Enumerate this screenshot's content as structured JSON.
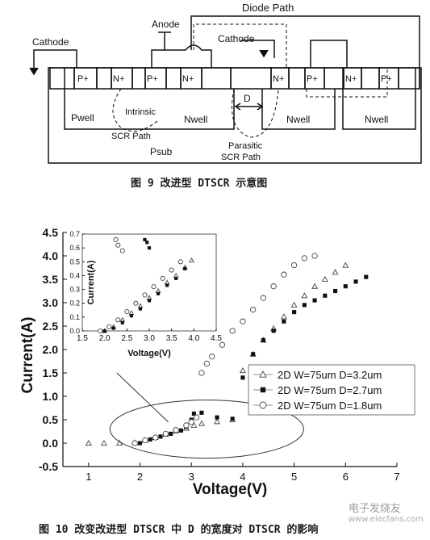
{
  "figure9": {
    "labels": {
      "diode_path": "Diode Path",
      "anode": "Anode",
      "cathode_left": "Cathode",
      "cathode_right": "Cathode",
      "p_plus": "P+",
      "n_plus": "N+",
      "pwell": "Pwell",
      "nwell": "Nwell",
      "psub": "Psub",
      "d_label": "D",
      "intrinsic_1": "Intrinsic",
      "intrinsic_2": "SCR Path",
      "parasitic_1": "Parasitic",
      "parasitic_2": "SCR Path"
    },
    "caption": "图 9 改进型 DTSCR 示意图"
  },
  "figure10": {
    "caption": "图 10 改变改进型 DTSCR 中 D 的宽度对 DTSCR 的影响",
    "watermark": "电子发烧友",
    "watermark_url": "www.elecfans.com"
  },
  "chart_data": {
    "type": "scatter",
    "xlabel": "Voltage(V)",
    "ylabel": "Current(A)",
    "xlim": [
      0.5,
      7
    ],
    "ylim": [
      -0.5,
      4.5
    ],
    "xticks": [
      "1",
      "2",
      "3",
      "4",
      "5",
      "6",
      "7"
    ],
    "yticks": [
      "-0.5",
      "0.0",
      "0.5",
      "1.0",
      "1.5",
      "2.0",
      "2.5",
      "3.0",
      "3.5",
      "4.0",
      "4.5"
    ],
    "legend_position": "right",
    "series": [
      {
        "name": "2D W=75um D=3.2um",
        "marker": "triangle-open",
        "x": [
          1.0,
          1.3,
          1.6,
          1.9,
          2.1,
          2.3,
          2.5,
          2.7,
          2.9,
          3.05,
          3.2,
          3.5,
          3.8,
          4.0,
          4.2,
          4.4,
          4.6,
          4.8,
          5.0,
          5.2,
          5.4,
          5.6,
          5.8,
          6.0
        ],
        "y": [
          0.0,
          0.0,
          0.0,
          0.01,
          0.06,
          0.12,
          0.19,
          0.26,
          0.32,
          0.38,
          0.42,
          0.46,
          0.5,
          1.55,
          1.9,
          2.2,
          2.45,
          2.7,
          2.95,
          3.15,
          3.35,
          3.5,
          3.65,
          3.8
        ]
      },
      {
        "name": "2D W=75um D=2.7um",
        "marker": "square-filled",
        "x": [
          2.0,
          2.2,
          2.4,
          2.6,
          2.8,
          2.9,
          3.0,
          3.05,
          3.2,
          3.5,
          3.8,
          4.0,
          4.2,
          4.4,
          4.6,
          4.8,
          5.0,
          5.2,
          5.4,
          5.6,
          5.8,
          6.0,
          6.2,
          6.4
        ],
        "y": [
          0.0,
          0.08,
          0.14,
          0.2,
          0.27,
          0.35,
          0.5,
          0.63,
          0.65,
          0.55,
          0.52,
          1.4,
          1.9,
          2.2,
          2.4,
          2.6,
          2.8,
          2.95,
          3.05,
          3.15,
          3.25,
          3.35,
          3.45,
          3.55
        ]
      },
      {
        "name": "2D W=75um D=1.8um",
        "marker": "circle-open",
        "x": [
          1.9,
          2.1,
          2.3,
          2.5,
          2.7,
          2.9,
          3.0,
          3.1,
          3.2,
          3.3,
          3.4,
          3.6,
          3.8,
          4.0,
          4.2,
          4.4,
          4.6,
          4.8,
          5.0,
          5.2,
          5.4
        ],
        "y": [
          0.0,
          0.06,
          0.12,
          0.2,
          0.28,
          0.38,
          0.45,
          0.55,
          1.5,
          1.7,
          1.85,
          2.1,
          2.4,
          2.6,
          2.85,
          3.1,
          3.35,
          3.6,
          3.8,
          3.95,
          4.0
        ]
      }
    ],
    "inset": {
      "xlabel": "Voltage(V)",
      "ylabel": "Current(A)",
      "xlim": [
        1.5,
        4.5
      ],
      "ylim": [
        0,
        0.7
      ],
      "xticks": [
        "1.5",
        "2.0",
        "2.5",
        "3.0",
        "3.5",
        "4.0",
        "4.5"
      ],
      "yticks": [
        "0.0",
        "0.1",
        "0.2",
        "0.3",
        "0.4",
        "0.5",
        "0.6",
        "0.7"
      ],
      "series": [
        {
          "marker": "triangle-open",
          "x": [
            2.0,
            2.2,
            2.4,
            2.6,
            2.8,
            3.0,
            3.2,
            3.4,
            3.6,
            3.8,
            3.95
          ],
          "y": [
            0.0,
            0.03,
            0.08,
            0.13,
            0.18,
            0.24,
            0.29,
            0.35,
            0.4,
            0.46,
            0.51
          ]
        },
        {
          "marker": "square-filled",
          "x": [
            2.0,
            2.2,
            2.4,
            2.6,
            2.8,
            3.0,
            3.2,
            3.4,
            3.6,
            3.8,
            3.0,
            2.95,
            2.9
          ],
          "y": [
            0.0,
            0.02,
            0.06,
            0.11,
            0.16,
            0.22,
            0.27,
            0.33,
            0.38,
            0.45,
            0.6,
            0.64,
            0.66
          ]
        },
        {
          "marker": "circle-open",
          "x": [
            1.9,
            2.1,
            2.3,
            2.5,
            2.7,
            2.9,
            3.1,
            3.3,
            3.5,
            3.7,
            2.4,
            2.3,
            2.25
          ],
          "y": [
            0.0,
            0.03,
            0.08,
            0.14,
            0.2,
            0.26,
            0.32,
            0.38,
            0.44,
            0.5,
            0.58,
            0.62,
            0.66
          ]
        }
      ]
    }
  }
}
